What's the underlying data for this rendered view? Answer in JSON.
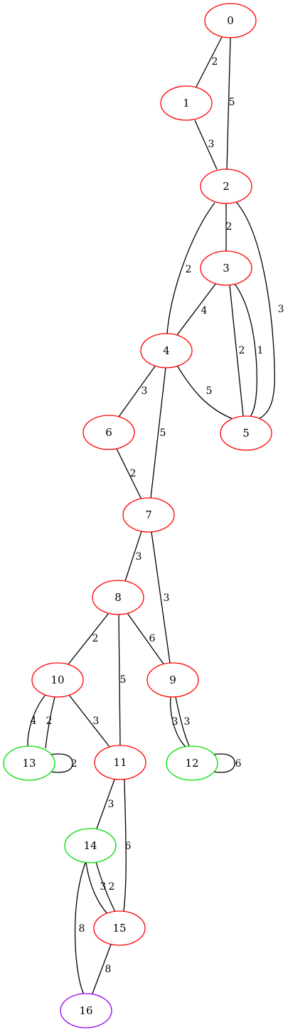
{
  "colors": {
    "default": "#ff0000",
    "green": "#00dd00",
    "purple": "#9a00ee",
    "edge": "#000000"
  },
  "nodes": [
    {
      "id": "0",
      "label": "0",
      "color": "red"
    },
    {
      "id": "1",
      "label": "1",
      "color": "red"
    },
    {
      "id": "2",
      "label": "2",
      "color": "red"
    },
    {
      "id": "3",
      "label": "3",
      "color": "red"
    },
    {
      "id": "4",
      "label": "4",
      "color": "red"
    },
    {
      "id": "5",
      "label": "5",
      "color": "red"
    },
    {
      "id": "6",
      "label": "6",
      "color": "red"
    },
    {
      "id": "7",
      "label": "7",
      "color": "red"
    },
    {
      "id": "8",
      "label": "8",
      "color": "red"
    },
    {
      "id": "9",
      "label": "9",
      "color": "red"
    },
    {
      "id": "10",
      "label": "10",
      "color": "red"
    },
    {
      "id": "11",
      "label": "11",
      "color": "red"
    },
    {
      "id": "12",
      "label": "12",
      "color": "green"
    },
    {
      "id": "13",
      "label": "13",
      "color": "green"
    },
    {
      "id": "14",
      "label": "14",
      "color": "green"
    },
    {
      "id": "15",
      "label": "15",
      "color": "red"
    },
    {
      "id": "16",
      "label": "16",
      "color": "purple"
    }
  ],
  "edges": [
    {
      "from": "0",
      "to": "1",
      "weight": "2"
    },
    {
      "from": "0",
      "to": "2",
      "weight": "5"
    },
    {
      "from": "1",
      "to": "2",
      "weight": "3"
    },
    {
      "from": "2",
      "to": "3",
      "weight": "2"
    },
    {
      "from": "2",
      "to": "4",
      "weight": "2"
    },
    {
      "from": "2",
      "to": "5",
      "weight": "3"
    },
    {
      "from": "3",
      "to": "4",
      "weight": "4"
    },
    {
      "from": "3",
      "to": "5",
      "weight": "2"
    },
    {
      "from": "3",
      "to": "5",
      "weight": "1"
    },
    {
      "from": "4",
      "to": "6",
      "weight": "3"
    },
    {
      "from": "4",
      "to": "7",
      "weight": "5"
    },
    {
      "from": "4",
      "to": "5",
      "weight": "5"
    },
    {
      "from": "6",
      "to": "7",
      "weight": "2"
    },
    {
      "from": "7",
      "to": "8",
      "weight": "3"
    },
    {
      "from": "7",
      "to": "9",
      "weight": "3"
    },
    {
      "from": "8",
      "to": "10",
      "weight": "2"
    },
    {
      "from": "8",
      "to": "11",
      "weight": "5"
    },
    {
      "from": "8",
      "to": "9",
      "weight": "6"
    },
    {
      "from": "10",
      "to": "13",
      "weight": "4"
    },
    {
      "from": "10",
      "to": "13",
      "weight": "2"
    },
    {
      "from": "10",
      "to": "11",
      "weight": "3"
    },
    {
      "from": "13",
      "to": "13",
      "weight": "2"
    },
    {
      "from": "9",
      "to": "12",
      "weight": "3"
    },
    {
      "from": "9",
      "to": "12",
      "weight": "3"
    },
    {
      "from": "12",
      "to": "12",
      "weight": "6"
    },
    {
      "from": "11",
      "to": "14",
      "weight": "3"
    },
    {
      "from": "11",
      "to": "15",
      "weight": "6"
    },
    {
      "from": "14",
      "to": "15",
      "weight": "3"
    },
    {
      "from": "14",
      "to": "15",
      "weight": "2"
    },
    {
      "from": "14",
      "to": "16",
      "weight": "8"
    },
    {
      "from": "15",
      "to": "16",
      "weight": "8"
    }
  ]
}
